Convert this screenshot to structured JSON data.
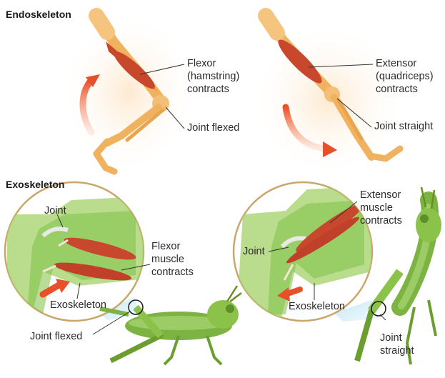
{
  "sections": {
    "endoskeleton": "Endoskeleton",
    "exoskeleton": "Exoskeleton"
  },
  "endo_left": {
    "muscle_lines": [
      "Flexor",
      "(hamstring)",
      "contracts"
    ],
    "joint": "Joint flexed"
  },
  "endo_right": {
    "muscle_lines": [
      "Extensor",
      "(quadriceps)",
      "contracts"
    ],
    "joint": "Joint straight"
  },
  "exo_left": {
    "joint": "Joint",
    "muscle_lines": [
      "Flexor",
      "muscle",
      "contracts"
    ],
    "exoskeleton": "Exoskeleton",
    "joint_state": "Joint flexed"
  },
  "exo_right": {
    "muscle_lines": [
      "Extensor",
      "muscle",
      "contracts"
    ],
    "joint": "Joint",
    "exoskeleton": "Exoskeleton",
    "joint_state_lines": [
      "Joint",
      "straight"
    ]
  },
  "colors": {
    "bone": "#f0b25e",
    "muscle": "#c8482d",
    "arrow": "#e8502a",
    "shell": "#8bc34a",
    "grasshopper": "#7cb342"
  }
}
